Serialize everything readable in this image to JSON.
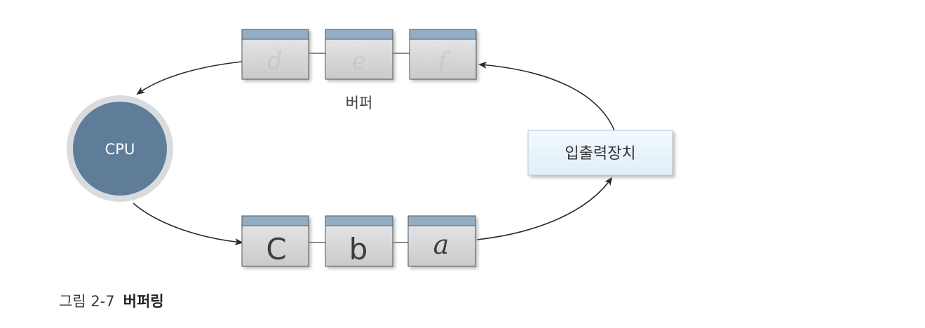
{
  "diagram": {
    "cpu": {
      "label": "CPU"
    },
    "device": {
      "label": "입출력장치"
    },
    "buffer_label": "버퍼",
    "top_buffer": {
      "cells": [
        "d",
        "e",
        "f"
      ]
    },
    "bottom_buffer": {
      "cells": [
        "c",
        "b",
        "a"
      ]
    },
    "caption": {
      "number": "그림 2-7",
      "title": "버퍼링"
    }
  },
  "colors": {
    "cpu_fill": "#5f7d98",
    "cpu_ring": "#d9dcdf",
    "cell_header": "#93aec4",
    "cell_body": "#d5d6d8",
    "device_fill": "#eaf4fa",
    "arrow": "#2b2b2b"
  },
  "icons": [
    "arrowhead"
  ]
}
